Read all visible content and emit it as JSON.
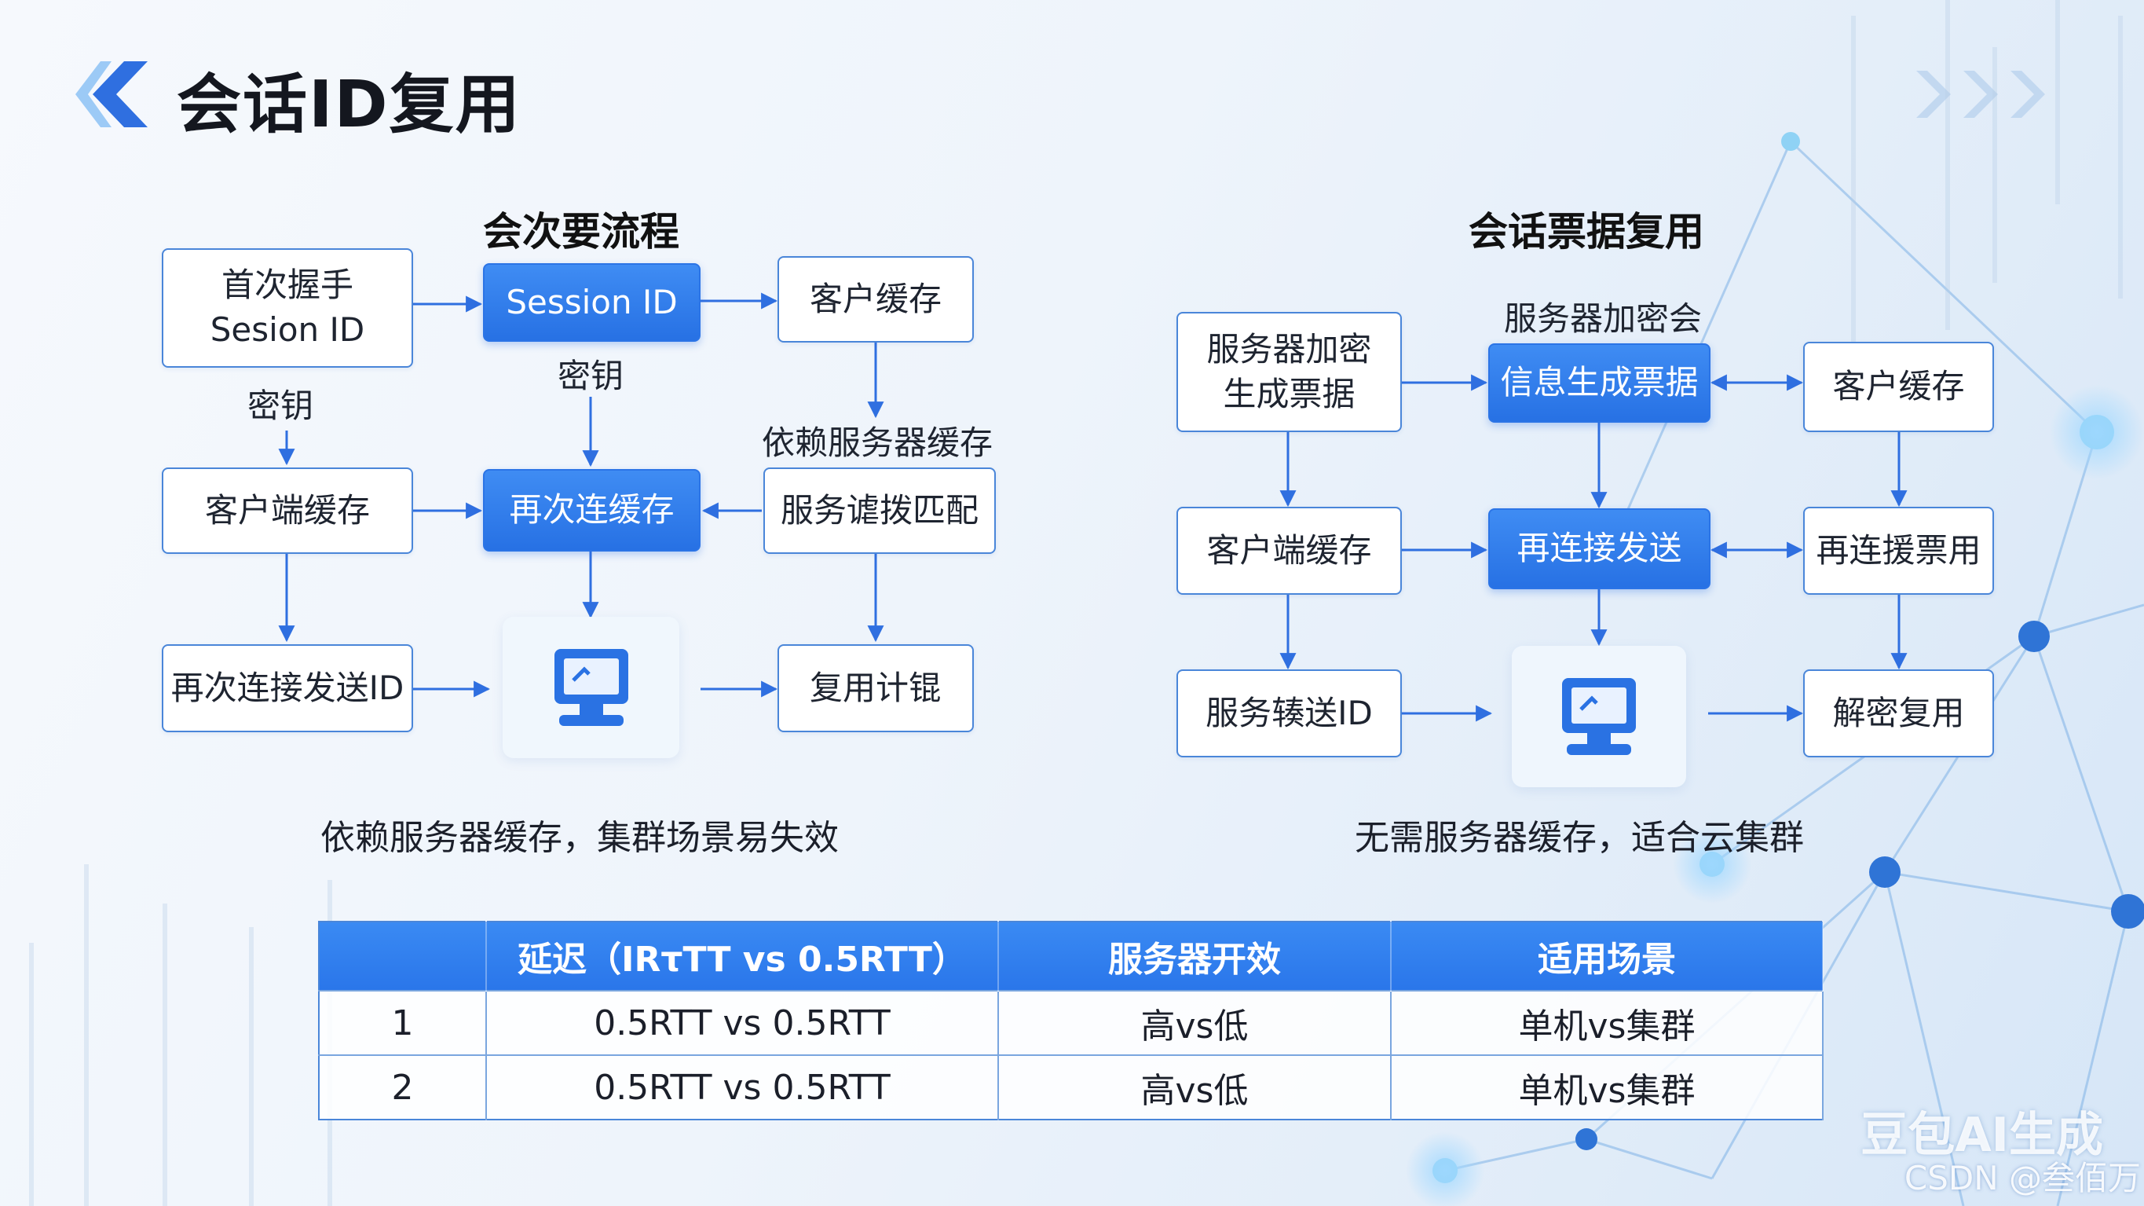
{
  "page": {
    "title": "会话ID复用"
  },
  "left": {
    "title": "会次要流程",
    "boxes": {
      "first_handshake": "首次握手\nSesion ID",
      "session_id": "Session ID",
      "client_cache_top": "客户缓存",
      "client_side_cache": "客户端缓存",
      "reconnect_cache": "再次连缓存",
      "server_match": "服务谑拨匹配",
      "resend_id": "再次连接发送ID",
      "reuse_key": "复用计锟"
    },
    "labels": {
      "key_left": "密钥",
      "key_center": "密钥",
      "rely_cache": "依赖服务器缓存"
    },
    "note": "依赖服务器缓存，集群场景易失效"
  },
  "right": {
    "title": "会话票据复用",
    "boxes": {
      "server_encrypt": "服务器加密\n生成票据",
      "info_ticket": "信息生成票据",
      "client_cache": "客户缓存",
      "client_side_cache": "客户端缓存",
      "reconnect_send": "再连接发送",
      "reconnect_ticket": "再连援票用",
      "server_send_id": "服务辏送ID",
      "decrypt_reuse": "解密复用"
    },
    "labels": {
      "server_encrypt_top": "服务器加密会"
    },
    "note": "无需服务器缓存，适合云集群"
  },
  "table": {
    "headers": [
      "",
      "延迟（IRτTT vs 0.5RTT）",
      "服务器开效",
      "适用场景"
    ],
    "rows": [
      [
        "1",
        "0.5RTT  vs  0.5RTT",
        "高vs低",
        "单机vs集群"
      ],
      [
        "2",
        "0.5RTT  vs  0.5RTT",
        "高vs低",
        "单机vs集群"
      ]
    ]
  },
  "watermark": {
    "brand": "豆包AI生成",
    "csdn": "CSDN @叁佰万"
  },
  "colors": {
    "accent": "#2b74e6",
    "box_border": "#4a86d9",
    "text": "#1b1f2a"
  },
  "icons": [
    "chevron-left-icon",
    "monitor-icon"
  ]
}
